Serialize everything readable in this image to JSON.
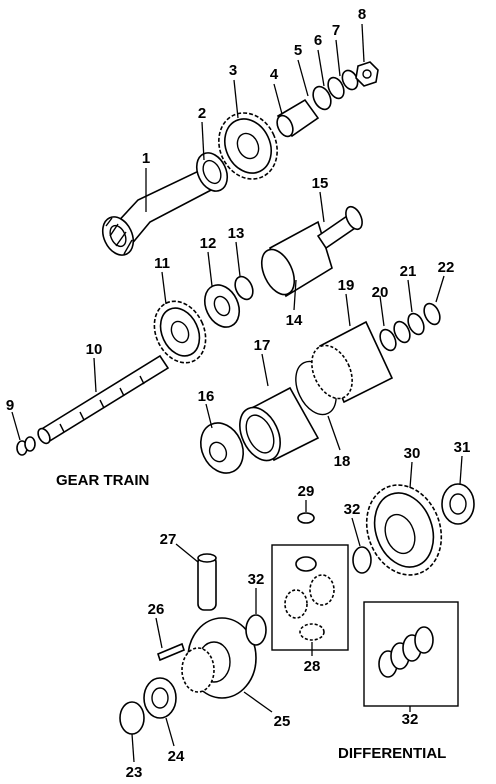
{
  "sections": {
    "gear_train": "GEAR TRAIN",
    "differential": "DIFFERENTIAL"
  },
  "parts": [
    {
      "id": "p1",
      "label": "1"
    },
    {
      "id": "p2",
      "label": "2"
    },
    {
      "id": "p3",
      "label": "3"
    },
    {
      "id": "p4",
      "label": "4"
    },
    {
      "id": "p5",
      "label": "5"
    },
    {
      "id": "p6",
      "label": "6"
    },
    {
      "id": "p7",
      "label": "7"
    },
    {
      "id": "p8",
      "label": "8"
    },
    {
      "id": "p9",
      "label": "9"
    },
    {
      "id": "p10",
      "label": "10"
    },
    {
      "id": "p11",
      "label": "11"
    },
    {
      "id": "p12",
      "label": "12"
    },
    {
      "id": "p13",
      "label": "13"
    },
    {
      "id": "p14",
      "label": "14"
    },
    {
      "id": "p15",
      "label": "15"
    },
    {
      "id": "p16",
      "label": "16"
    },
    {
      "id": "p17",
      "label": "17"
    },
    {
      "id": "p18",
      "label": "18"
    },
    {
      "id": "p19",
      "label": "19"
    },
    {
      "id": "p20",
      "label": "20"
    },
    {
      "id": "p21",
      "label": "21"
    },
    {
      "id": "p22",
      "label": "22"
    },
    {
      "id": "p23",
      "label": "23"
    },
    {
      "id": "p24",
      "label": "24"
    },
    {
      "id": "p25",
      "label": "25"
    },
    {
      "id": "p26",
      "label": "26"
    },
    {
      "id": "p27",
      "label": "27"
    },
    {
      "id": "p28",
      "label": "28"
    },
    {
      "id": "p29",
      "label": "29"
    },
    {
      "id": "p30",
      "label": "30"
    },
    {
      "id": "p31",
      "label": "31"
    },
    {
      "id": "p32a",
      "label": "32"
    },
    {
      "id": "p32b",
      "label": "32"
    },
    {
      "id": "p32c",
      "label": "32"
    }
  ]
}
